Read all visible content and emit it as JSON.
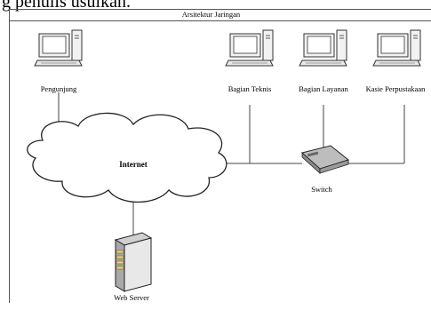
{
  "top_cut_text": "g penulis usulkan.",
  "title": "Arsitektur Jaringan",
  "nodes": {
    "pengunjung": "Pengunjung",
    "bagian_teknis": "Bagian Teknis",
    "bagian_layanan": "Bagian Layanan",
    "kasie": "Kasie Perpustakaan",
    "internet": "Internet",
    "switch": "Switch",
    "web_server": "Web Server"
  },
  "icons": {
    "computer": "desktop-computer-icon",
    "cloud": "cloud-icon",
    "switch": "network-switch-icon",
    "server": "server-tower-icon"
  }
}
